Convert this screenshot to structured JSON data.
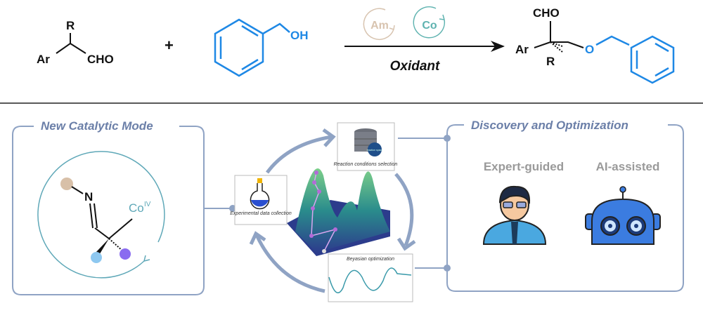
{
  "reaction": {
    "reactant1": {
      "substituent": "R",
      "aryl": "Ar",
      "aldehyde": "CHO"
    },
    "plus": "+",
    "reactant2": {
      "group": "OH"
    },
    "catalysts": [
      "Am",
      "Co"
    ],
    "condition": "Oxidant",
    "product": {
      "aldehyde": "CHO",
      "aryl": "Ar",
      "substituent": "R",
      "oxygen": "O"
    }
  },
  "left_panel": {
    "title": "New Catalytic Mode",
    "nitrogen": "N",
    "cobalt": "Co",
    "cobalt_oxidation": "IV"
  },
  "cycle": {
    "steps": [
      "Reaction conditions selection",
      "Beyasian optimization",
      "Experimental data collection"
    ],
    "db_label": "reaction space"
  },
  "right_panel": {
    "title": "Discovery and Optimization",
    "options": [
      "Expert-guided",
      "AI-assisted"
    ]
  },
  "colors": {
    "accent": "#6b7fa8",
    "molecule_blue": "#1e88e5",
    "cycle_arrow": "#8fa3c4",
    "am": "#d8c4b0",
    "co": "#5fb3b0"
  }
}
